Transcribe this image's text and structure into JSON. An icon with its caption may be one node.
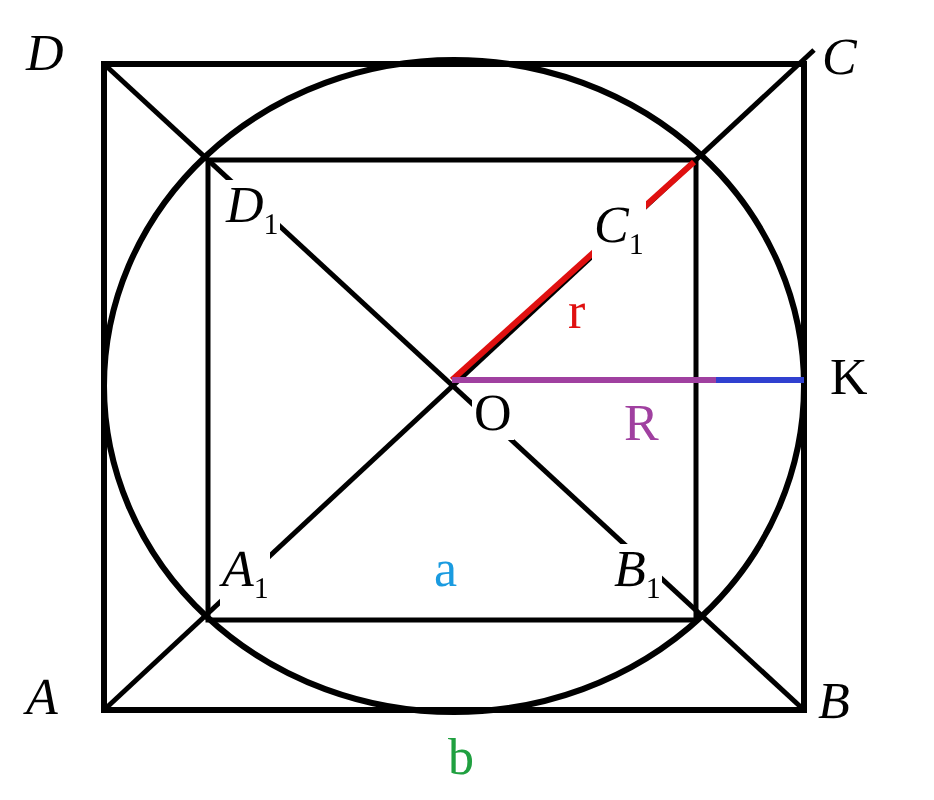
{
  "diagram": {
    "labels": [
      "D",
      "C",
      "D$_{1}$",
      "C$_{1}$",
      "r",
      "O",
      "K",
      "R",
      "A$_{1}$",
      "a",
      "B$_{1}$",
      "A",
      "B",
      "b"
    ]
  }
}
